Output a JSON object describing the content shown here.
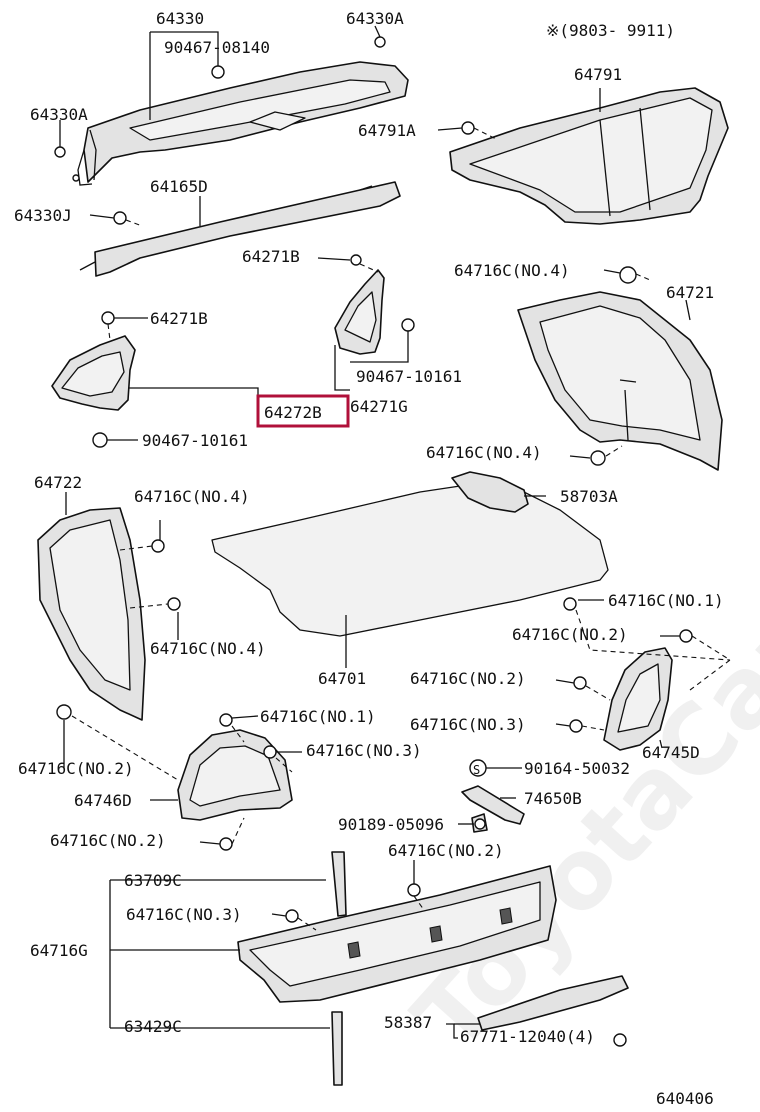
{
  "watermark": "ToyotaCarMine.ru",
  "note": "※(9803- 9911)",
  "drawing_number": "640406",
  "highlighted_label": "64272B",
  "labels": {
    "l64330": "64330",
    "l90467_08140": "90467-08140",
    "l64330A_top": "64330A",
    "l64330A_left": "64330A",
    "l64791": "64791",
    "l64791A": "64791A",
    "l64165D": "64165D",
    "l64330J": "64330J",
    "l64271B_upper": "64271B",
    "l64716C_no4_a": "64716C(NO.4)",
    "l64721": "64721",
    "l64271B_left": "64271B",
    "l90467_10161_right": "90467-10161",
    "l64271G": "64271G",
    "l64272B": "64272B",
    "l90467_10161_left": "90467-10161",
    "l64716C_no4_b": "64716C(NO.4)",
    "l58703A": "58703A",
    "l64722": "64722",
    "l64716C_no4_c": "64716C(NO.4)",
    "l64716C_no1_right": "64716C(NO.1)",
    "l64716C_no2_right": "64716C(NO.2)",
    "l64716C_no4_d": "64716C(NO.4)",
    "l64701": "64701",
    "l64716C_no2_mid": "64716C(NO.2)",
    "l64716C_no1_mid": "64716C(NO.1)",
    "l64716C_no3_right": "64716C(NO.3)",
    "l64745D": "64745D",
    "l64716C_no3_mid": "64716C(NO.3)",
    "l64716C_no2_left": "64716C(NO.2)",
    "l90164_50032": "90164-50032",
    "l64746D": "64746D",
    "l74650B": "74650B",
    "l90189_05096": "90189-05096",
    "l64716C_no2_lower": "64716C(NO.2)",
    "l64716C_no2_bottom": "64716C(NO.2)",
    "l63709C": "63709C",
    "l64716C_no3_bottom": "64716C(NO.3)",
    "l64716G": "64716G",
    "l58387": "58387",
    "l63429C": "63429C",
    "l67771_12040": "67771-12040(4)",
    "s_marker": "S"
  }
}
